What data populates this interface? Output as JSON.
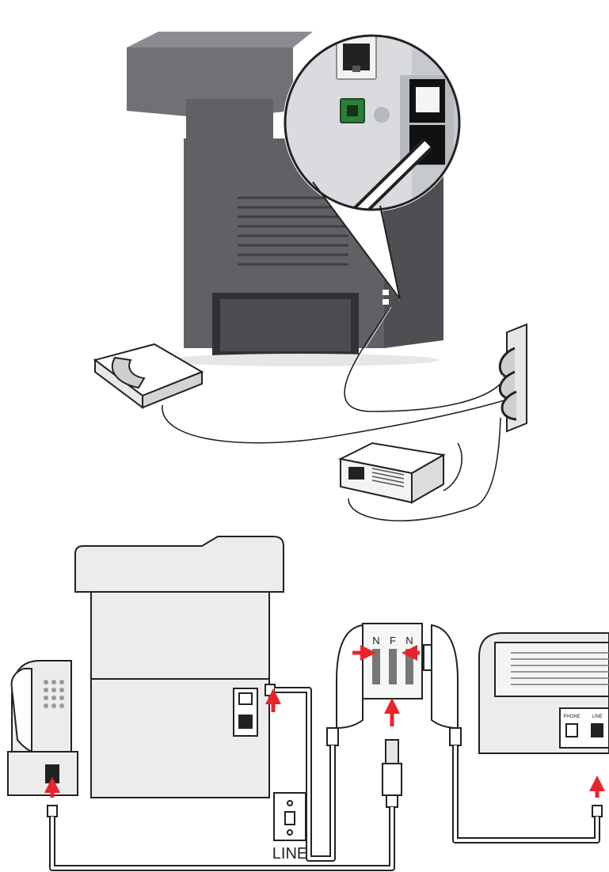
{
  "labels": {
    "wall_jack": "LINE",
    "splitter_left": "N",
    "splitter_middle": "F",
    "splitter_right": "N",
    "answering_phone_port": "PHONE",
    "answering_line_port": "LINE"
  },
  "colors": {
    "printer_dark": "#5f6164",
    "printer_mid": "#6f7174",
    "line_art": "#222222",
    "device_fill": "#ececec",
    "arrow_red": "#e8242c",
    "port_green": "#2e7d3a",
    "zoom_panel": "#c6c9cd"
  },
  "icons": [
    "ethernet-port-icon",
    "usb-port-icon",
    "fax-line-port-icon",
    "telephone-icon",
    "answering-machine-icon",
    "wall-splitter-icon"
  ]
}
